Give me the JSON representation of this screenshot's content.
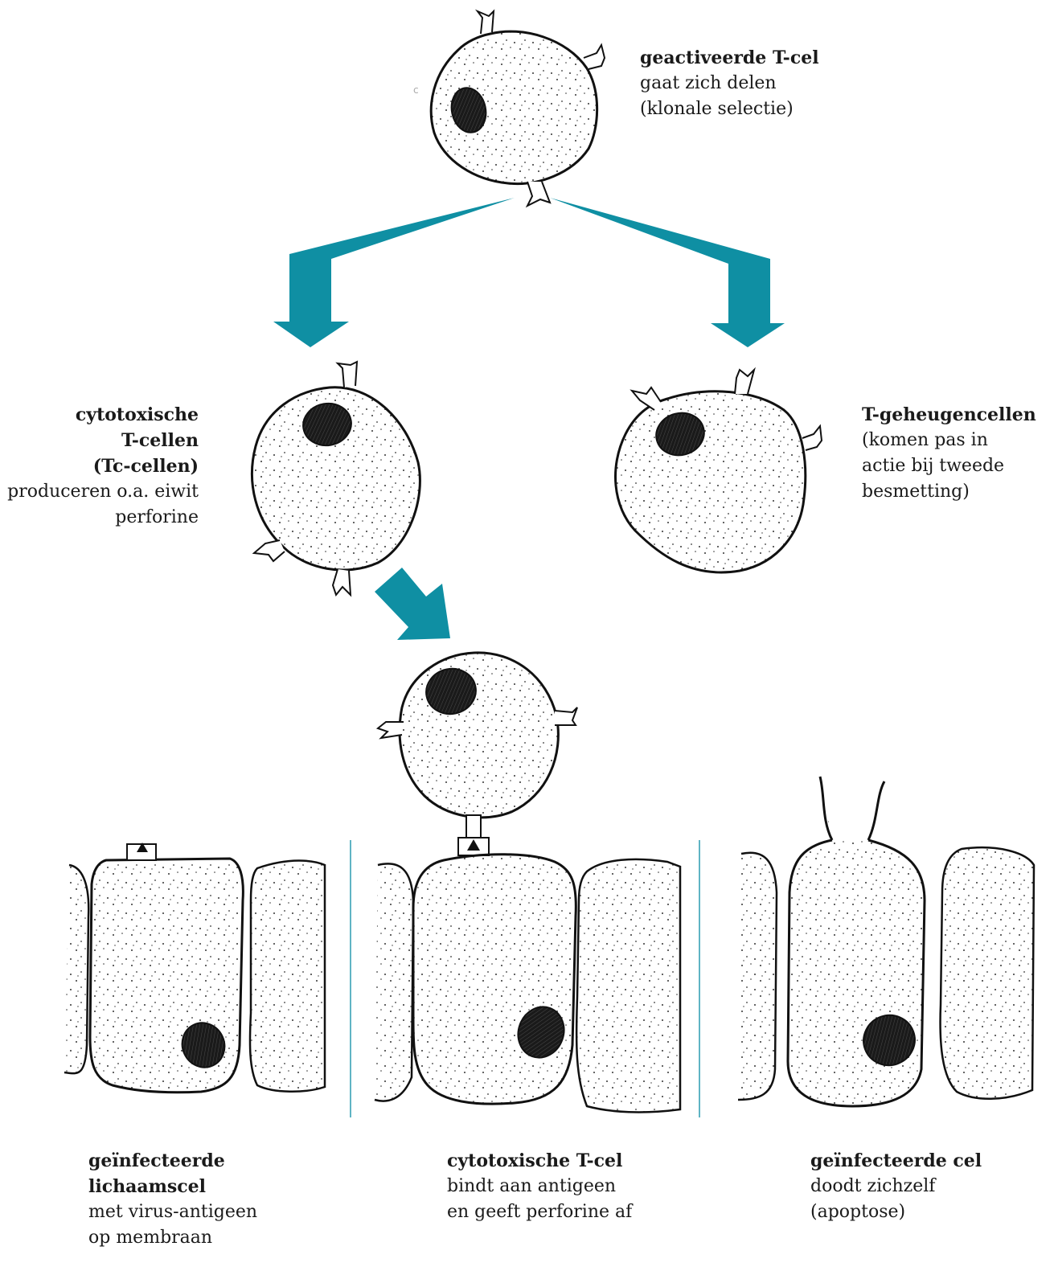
{
  "colors": {
    "arrow": "#0f8fa3",
    "ink": "#111111",
    "divider": "#2a9bb0"
  },
  "labels": {
    "activated": {
      "title": "geactiveerde T-cel",
      "line1": "gaat zich delen",
      "line2": "(klonale selectie)"
    },
    "cytotoxic": {
      "title1": "cytotoxische",
      "title2": "T-cellen",
      "title3": "(Tc-cellen)",
      "line1": "produceren o.a. eiwit",
      "line2": "perforine"
    },
    "memory": {
      "title": "T-geheugencellen",
      "line1": "(komen pas in",
      "line2": "actie bij tweede",
      "line3": "besmetting)"
    },
    "infected": {
      "title1": "geïnfecteerde",
      "title2": "lichaamscel",
      "line1": "met virus-antigeen",
      "line2": "op membraan"
    },
    "binding": {
      "title": "cytotoxische T-cel",
      "line1": "bindt aan antigeen",
      "line2": "en geeft perforine af"
    },
    "apoptosis": {
      "title": "geïnfecteerde cel",
      "line1": "doodt zichzelf",
      "line2": "(apoptose)"
    }
  }
}
